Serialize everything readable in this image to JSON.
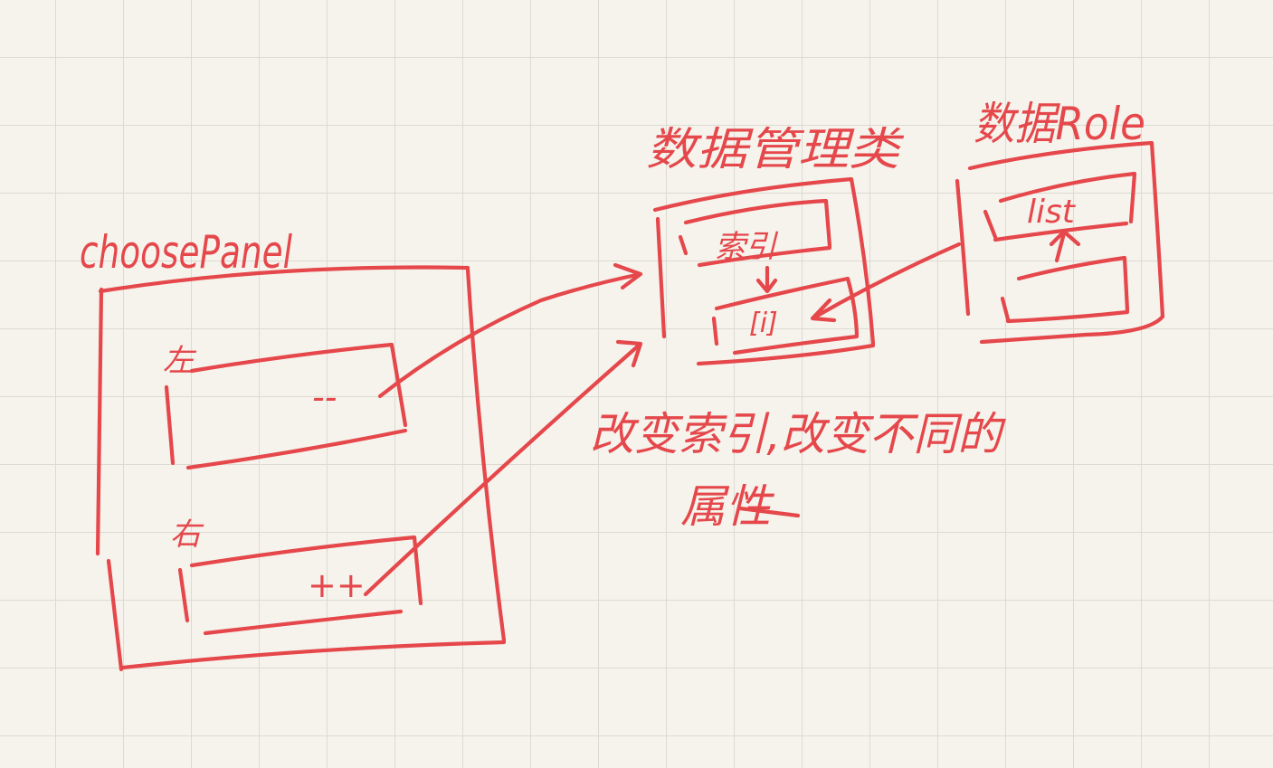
{
  "ink_color": "#e5474b",
  "background_color": "#f5f3ec",
  "grid_color": "#dcdad2",
  "choose_panel": {
    "title": "choosePanel",
    "left_label": "左",
    "left_op": "--",
    "right_label": "右",
    "right_op": "++"
  },
  "data_manager": {
    "title": "数据管理类",
    "index_label": "索引",
    "item_label": "[i]"
  },
  "data_role": {
    "title": "数据Role",
    "list_label": "list"
  },
  "note": {
    "line1": "改变索引,改变不同的",
    "line2": "属性"
  }
}
